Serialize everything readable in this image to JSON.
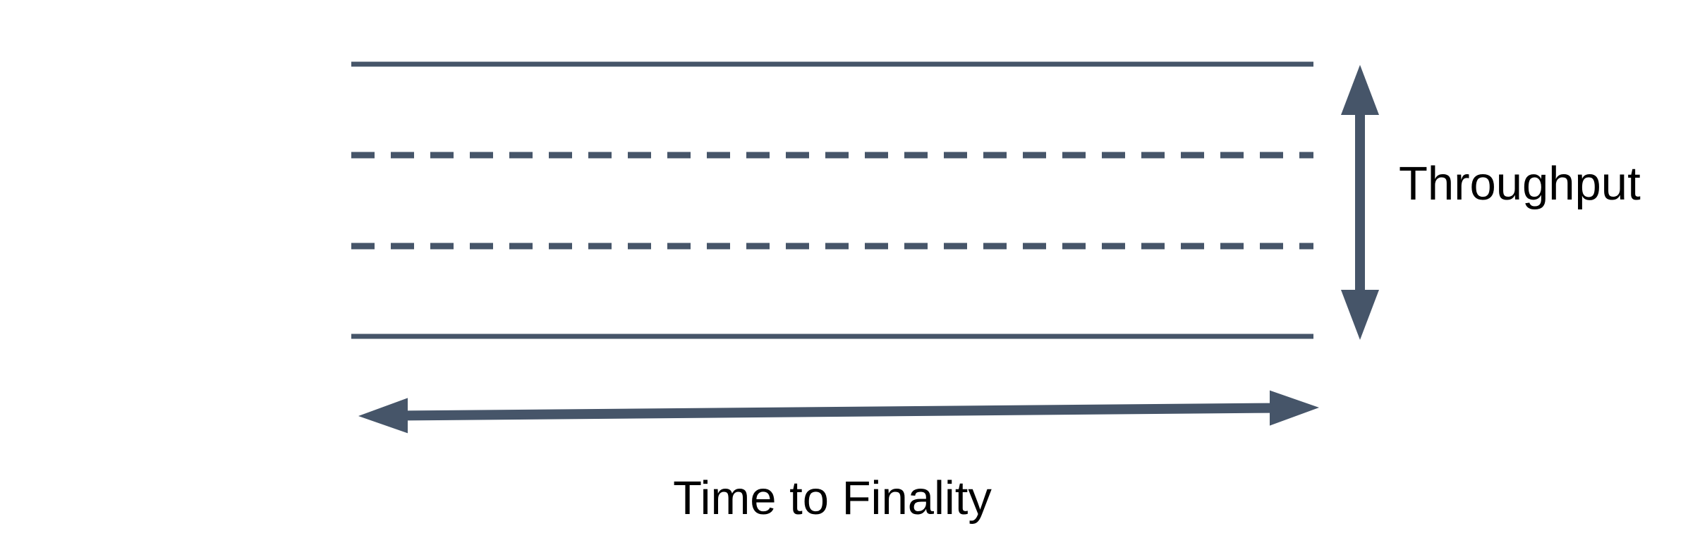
{
  "diagram": {
    "title": "Throughput vs Time to Finality band diagram",
    "labels": {
      "throughput": "Throughput",
      "time_to_finality": "Time to Finality"
    },
    "colors": {
      "shape": "#465569",
      "text": "#000000",
      "background": "#ffffff"
    },
    "band": {
      "lines": [
        {
          "name": "band-top-line",
          "style": "solid"
        },
        {
          "name": "band-middle-line-1",
          "style": "dashed"
        },
        {
          "name": "band-middle-line-2",
          "style": "dashed"
        },
        {
          "name": "band-bottom-line",
          "style": "solid"
        }
      ]
    },
    "arrows": [
      {
        "name": "throughput-extent-arrow",
        "orientation": "vertical",
        "heads": "both"
      },
      {
        "name": "time-to-finality-extent-arrow",
        "orientation": "horizontal",
        "heads": "both"
      }
    ]
  }
}
